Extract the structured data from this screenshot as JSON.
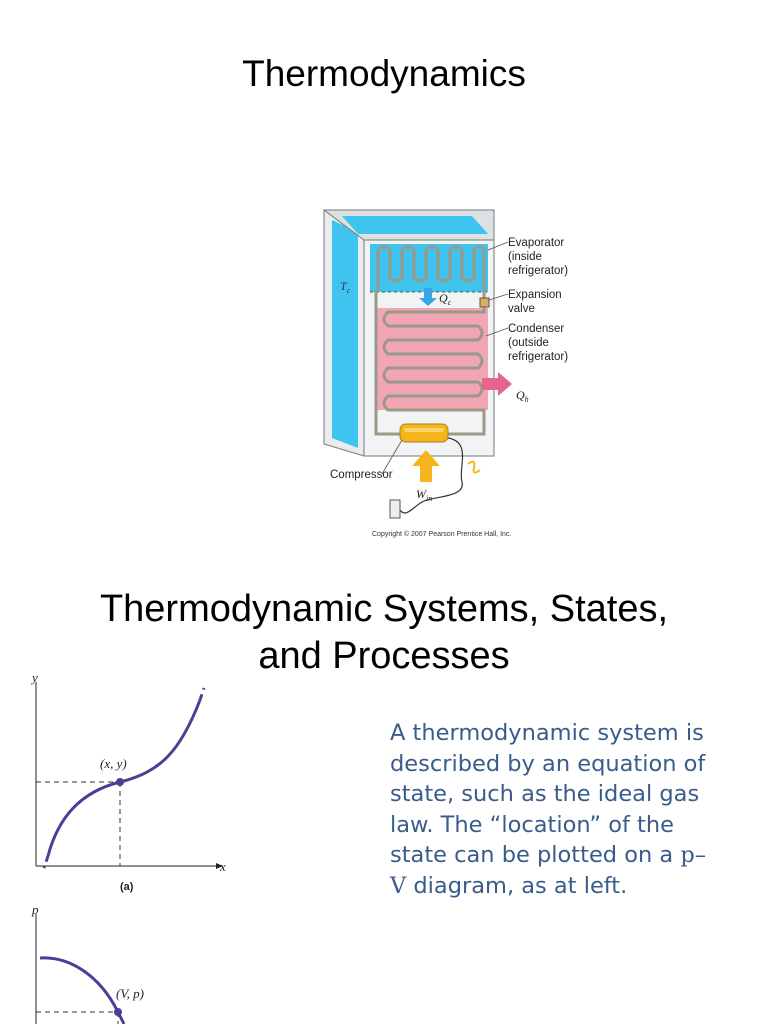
{
  "slide1": {
    "title": "Thermodynamics",
    "figure": {
      "labels": {
        "evaporator": [
          "Evaporator",
          "(inside",
          "refrigerator)"
        ],
        "expansion": [
          "Expansion",
          "valve"
        ],
        "condenser": [
          "Condenser",
          "(outside",
          "refrigerator)"
        ],
        "compressor": "Compressor",
        "tc": "T",
        "tc_sub": "c",
        "qc": "Q",
        "qc_sub": "c",
        "qh": "Q",
        "qh_sub": "h",
        "win": "W",
        "win_sub": "in"
      },
      "copyright": "Copyright © 2007 Pearson Prentice Hall, Inc.",
      "colors": {
        "cold": "#3fc4ef",
        "hot": "#f2a5b5",
        "compressor": "#f6b51c",
        "arrow_hot": "#e8648a",
        "arrow_cold": "#37a6e6"
      }
    }
  },
  "slide2": {
    "title_line1": "Thermodynamic Systems, States,",
    "title_line2": "and Processes",
    "graph_a": {
      "y_axis": "y",
      "x_axis": "x",
      "point_label": "(x, y)",
      "caption": "(a)"
    },
    "graph_b": {
      "y_axis": "p",
      "point_label": "(V, p)"
    },
    "body_pre": "A thermodynamic system is described by an equation of state, such as the ideal gas law. The “location” of the state can be plotted on a ",
    "body_pv": "p–V",
    "body_post": " diagram, as at left.",
    "curve_color": "#4a3f96"
  }
}
